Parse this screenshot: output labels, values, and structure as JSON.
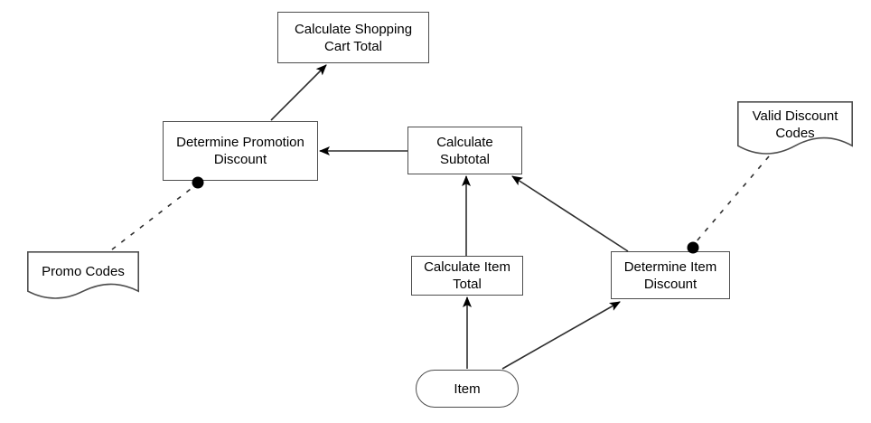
{
  "diagram": {
    "title": "shopping cart pricing dependency diagram",
    "background_color": "#ffffff",
    "node_border_color": "#4d4d4d",
    "edge_color": "#2e2e2e",
    "text_color": "#000000"
  },
  "nodes": {
    "calc_cart_total": {
      "label": "Calculate Shopping\nCart Total",
      "shape": "rectangle"
    },
    "determine_promotion_discount": {
      "label": "Determine Promotion\nDiscount",
      "shape": "rectangle"
    },
    "calc_subtotal": {
      "label": "Calculate\nSubtotal",
      "shape": "rectangle"
    },
    "valid_discount_codes": {
      "label": "Valid Discount\nCodes",
      "shape": "document"
    },
    "promo_codes": {
      "label": "Promo Codes",
      "shape": "document"
    },
    "calc_item_total": {
      "label": "Calculate Item\nTotal",
      "shape": "rectangle"
    },
    "determine_item_discount": {
      "label": "Determine Item\nDiscount",
      "shape": "rectangle"
    },
    "item": {
      "label": "Item",
      "shape": "stadium"
    }
  },
  "connections": [
    {
      "from": "determine_promotion_discount",
      "to": "calc_cart_total",
      "style": "solid-arrow"
    },
    {
      "from": "calc_subtotal",
      "to": "determine_promotion_discount",
      "style": "solid-arrow"
    },
    {
      "from": "calc_item_total",
      "to": "calc_subtotal",
      "style": "solid-arrow"
    },
    {
      "from": "determine_item_discount",
      "to": "calc_subtotal",
      "style": "solid-arrow"
    },
    {
      "from": "item",
      "to": "calc_item_total",
      "style": "solid-arrow"
    },
    {
      "from": "item",
      "to": "determine_item_discount",
      "style": "solid-arrow"
    },
    {
      "from": "promo_codes",
      "to": "determine_promotion_discount",
      "style": "dashed-dot"
    },
    {
      "from": "valid_discount_codes",
      "to": "determine_item_discount",
      "style": "dashed-dot"
    }
  ]
}
